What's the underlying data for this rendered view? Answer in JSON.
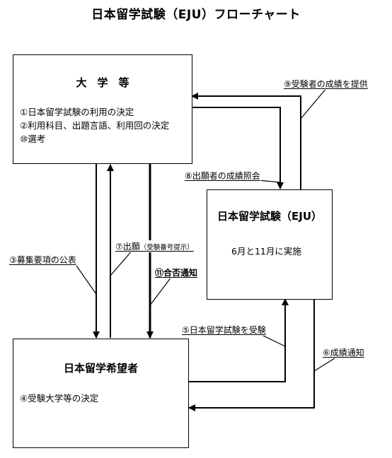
{
  "title": "日本留学試験（EJU）フローチャート",
  "university": {
    "title": "大　学　等",
    "items": [
      "①日本留学試験の利用の決定",
      "②利用科目、出題言語、利用回の決定",
      "⑩選考"
    ]
  },
  "eju": {
    "title": "日本留学試験（EJU）",
    "items": [
      "6月と11月に実施"
    ]
  },
  "applicant": {
    "title": "日本留学希望者",
    "items": [
      "④受験大学等の決定"
    ]
  },
  "labels": {
    "step3": "③募集要項の公表",
    "step5": "⑤日本留学試験を受験",
    "step6": "⑥成績通知",
    "step7": "⑦出願",
    "step7_note": "（受験番号提示）",
    "step8": "⑧出願者の成績照会",
    "step9": "⑨受験者の成績を提供",
    "step11": "⑪合否通知"
  }
}
